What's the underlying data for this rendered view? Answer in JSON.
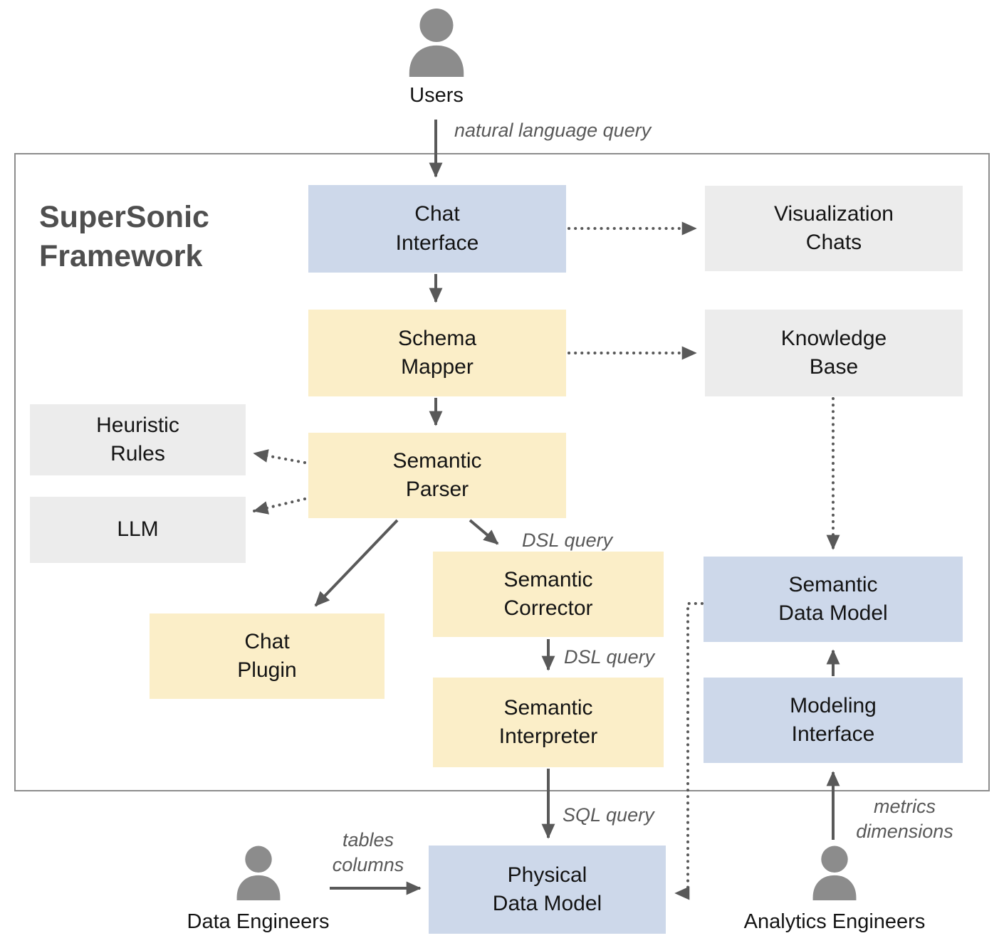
{
  "title": "SuperSonic\nFramework",
  "actors": {
    "users": "Users",
    "data_engineers": "Data Engineers",
    "analytics_engineers": "Analytics Engineers"
  },
  "nodes": {
    "chat_interface": "Chat\nInterface",
    "visualization_chats": "Visualization\nChats",
    "schema_mapper": "Schema\nMapper",
    "knowledge_base": "Knowledge\nBase",
    "heuristic_rules": "Heuristic\nRules",
    "llm": "LLM",
    "semantic_parser": "Semantic\nParser",
    "chat_plugin": "Chat\nPlugin",
    "semantic_corrector": "Semantic\nCorrector",
    "semantic_interpreter": "Semantic\nInterpreter",
    "semantic_data_model": "Semantic\nData Model",
    "modeling_interface": "Modeling\nInterface",
    "physical_data_model": "Physical\nData Model"
  },
  "edge_labels": {
    "natural_language_query": "natural language query",
    "dsl_query_parser_to_corrector": "DSL query",
    "dsl_query_corrector_to_interpreter": "DSL query",
    "sql_query": "SQL query",
    "tables_columns": "tables\ncolumns",
    "metrics_dimensions": "metrics\ndimensions"
  },
  "colors": {
    "blue_node": "#cdd8ea",
    "yellow_node": "#fbeec8",
    "gray_node": "#ececec",
    "arrow": "#595959",
    "frame_border": "#8c8c8c",
    "person_icon": "#8c8c8c"
  }
}
